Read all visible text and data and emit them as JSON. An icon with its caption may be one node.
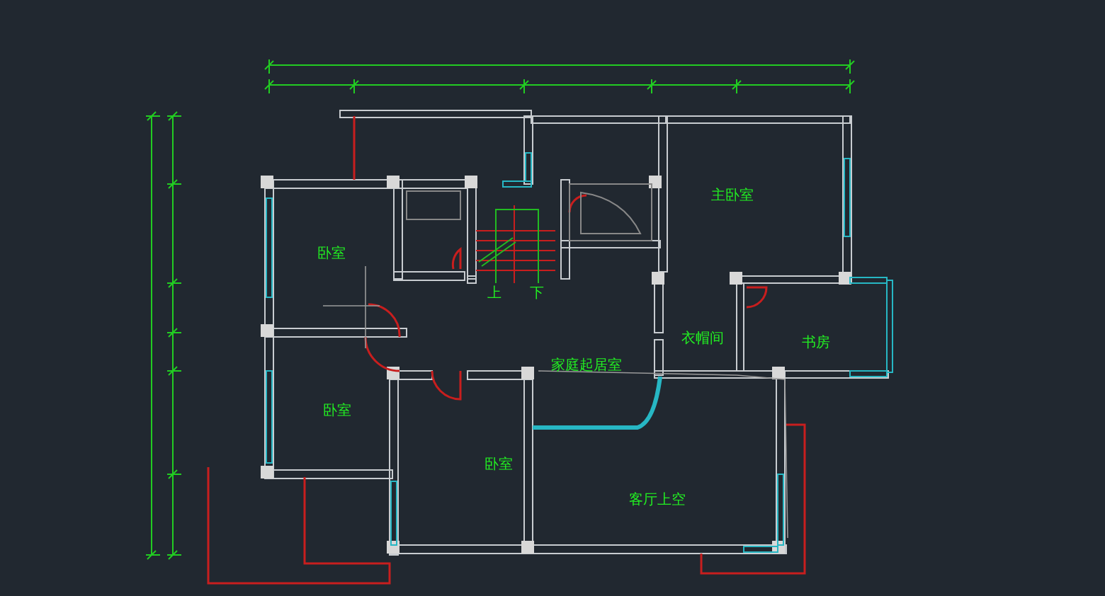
{
  "diagram": {
    "labels": [
      "主卧室",
      "卧室",
      "上",
      "下",
      "衣帽间",
      "书房",
      "家庭起居室",
      "卧室",
      "卧室",
      "客厅上空"
    ]
  }
}
